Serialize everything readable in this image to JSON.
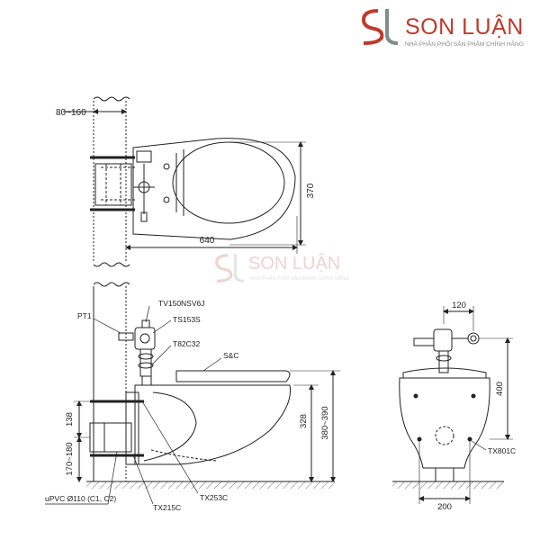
{
  "brand": {
    "name": "SON LUẬN",
    "tagline": "NHÀ PHÂN PHỐI SẢN PHẨM CHÍNH HÃNG",
    "logo_color": "#c0392b"
  },
  "watermark": {
    "name": "SON LUẬN",
    "tagline": "NHÀ PHÂN PHỐI SẢN PHẨM CHÍNH HÃNG"
  },
  "top_view": {
    "wall_range": "80~160",
    "width": "370",
    "length": "640"
  },
  "side_view": {
    "parts": {
      "pt1": "PT1",
      "valve": "TV150NSV6J",
      "stop": "TS153S",
      "flush_pipe": "T82C32",
      "seat": "S&C",
      "outlet_pipe": "uPVC Ø110 (C1, C2)",
      "bracket": "TX215C",
      "bolt_kit": "TX253C"
    },
    "dims": {
      "outlet_height": "138",
      "outlet_range": "170~180",
      "bowl_height": "328",
      "rim_range": "380~390"
    }
  },
  "front_view": {
    "dims": {
      "valve_offset": "120",
      "height": "400",
      "width": "200"
    },
    "parts": {
      "fixing": "TX801C"
    }
  }
}
